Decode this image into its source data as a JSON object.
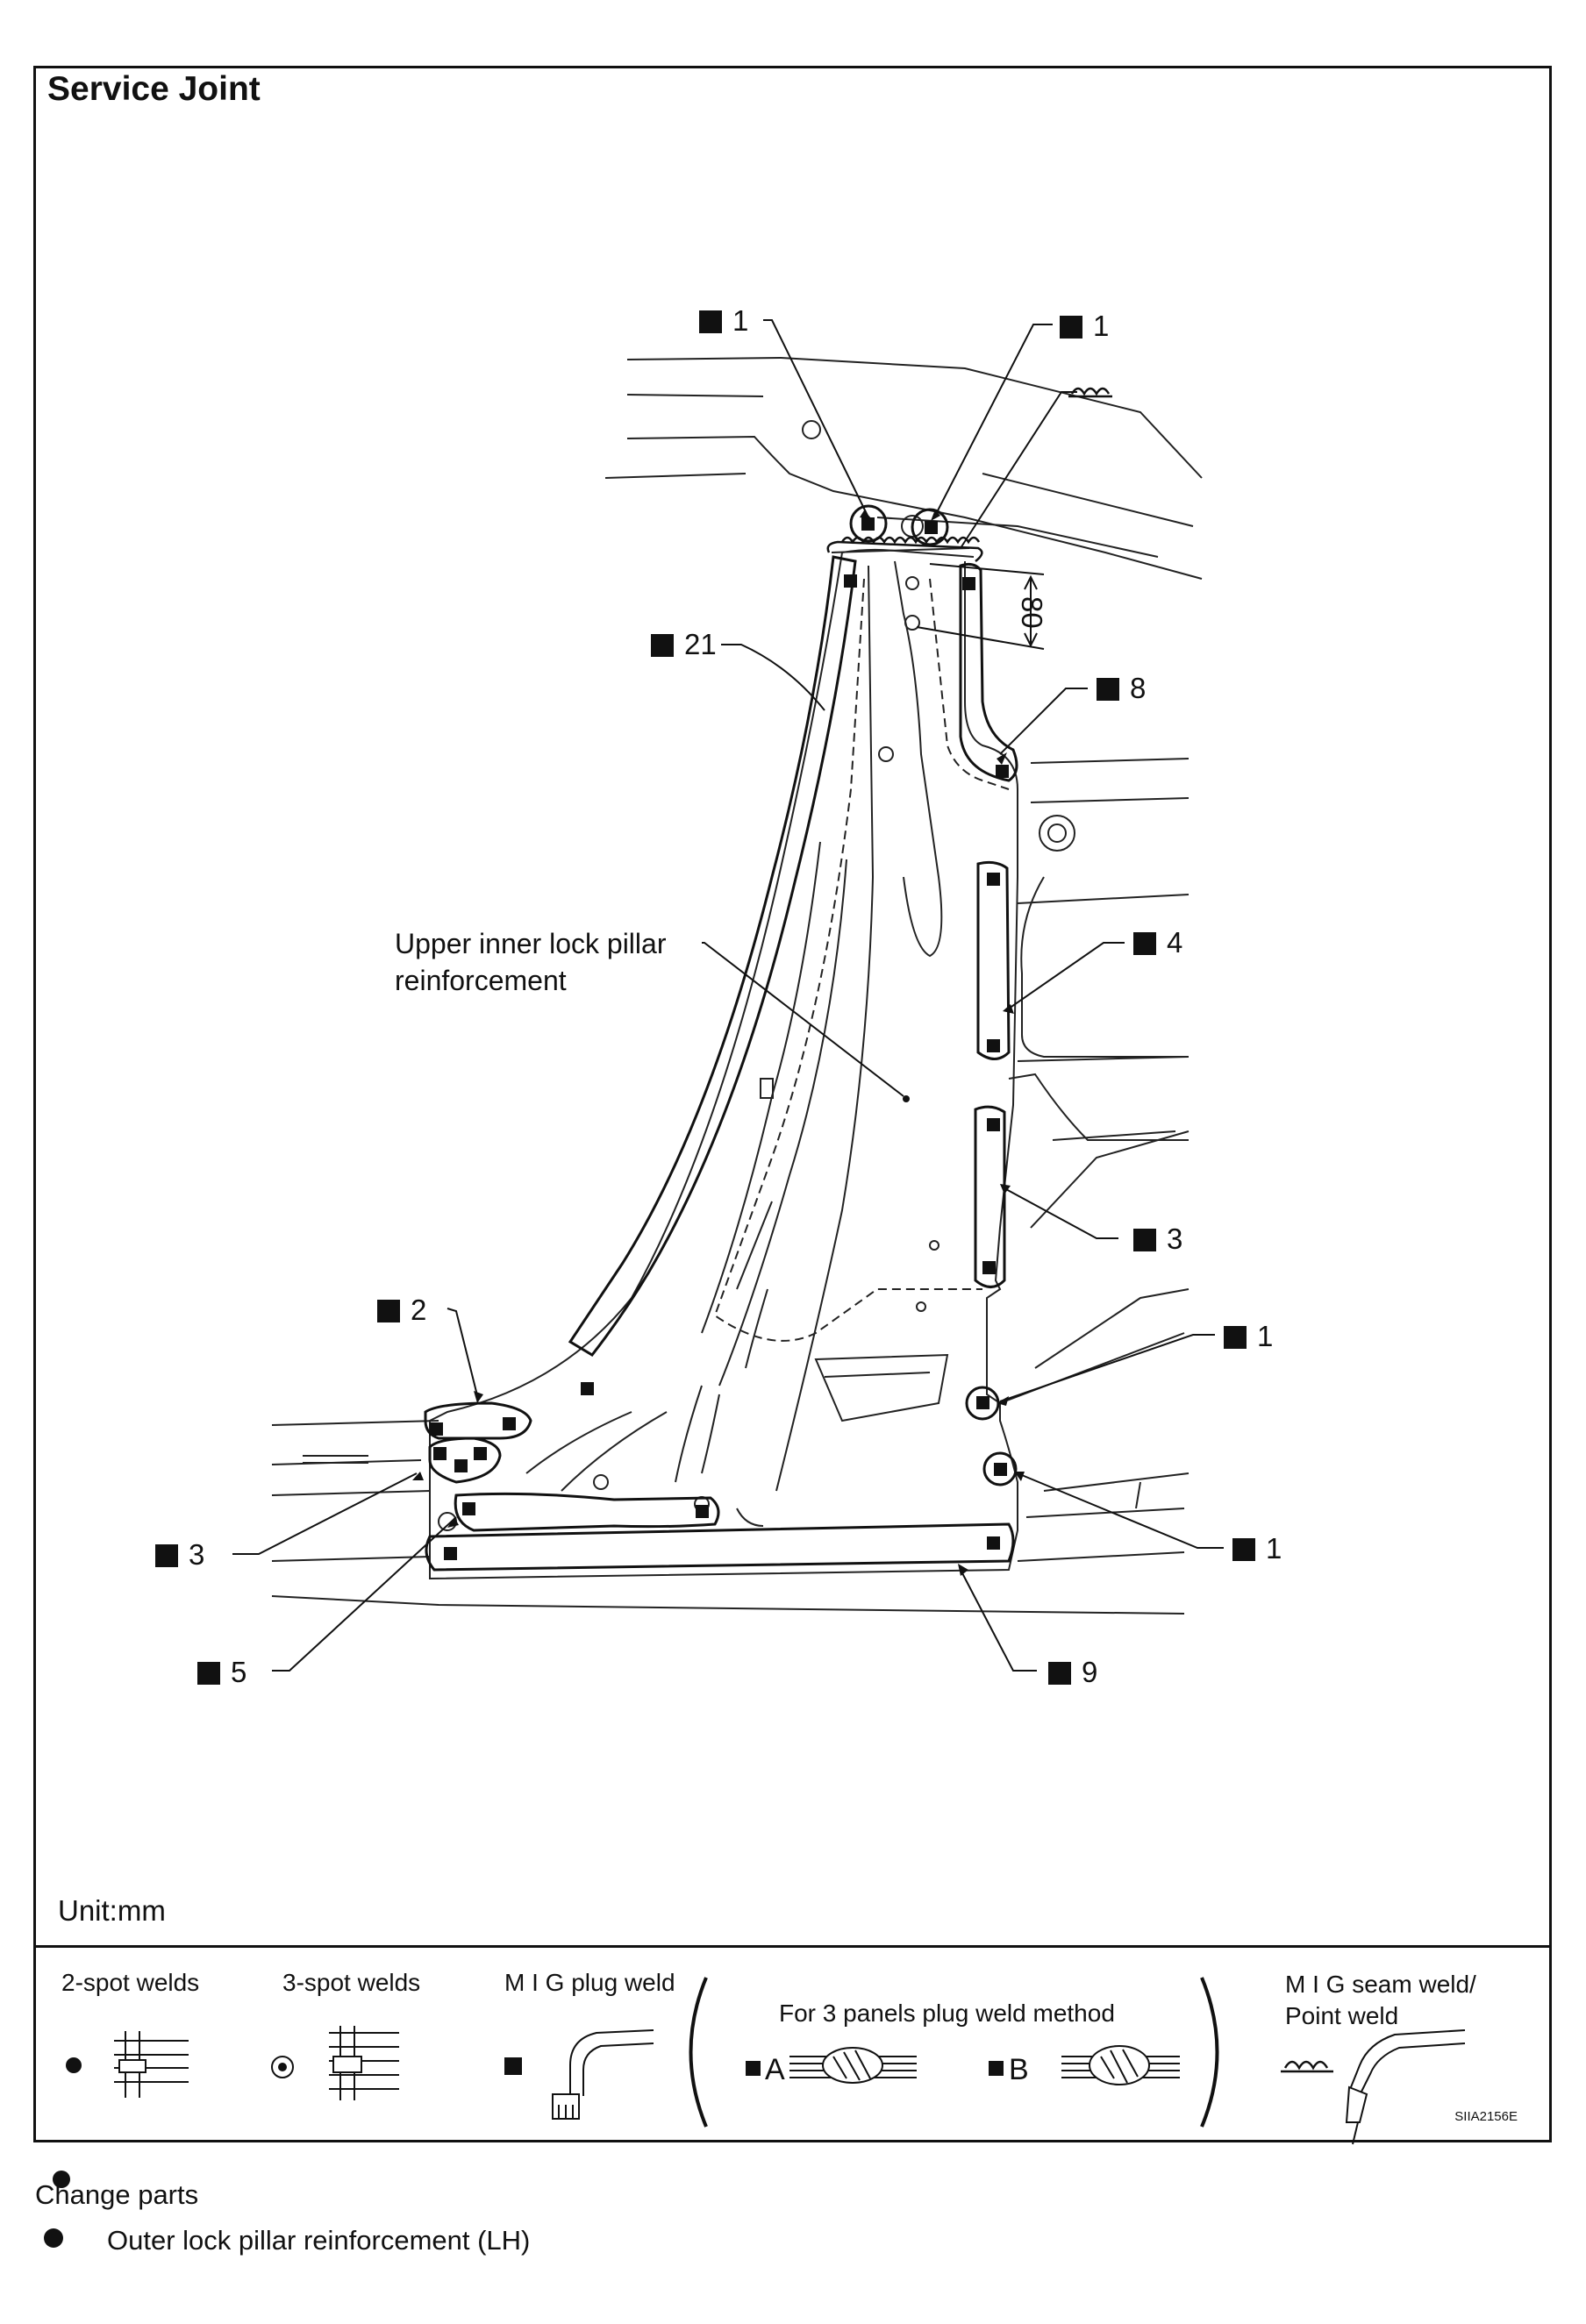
{
  "figure": {
    "title": "Service Joint",
    "unit_label": "Unit:mm",
    "dimension_label": "80",
    "part_label": "Upper inner lock pillar\nreinforcement",
    "part_label_line1": "Upper inner lock pillar",
    "part_label_line2": "reinforcement",
    "callouts": [
      {
        "symbol": "mig-plug-weld",
        "count": "1"
      },
      {
        "symbol": "mig-plug-weld",
        "count": "1"
      },
      {
        "symbol": "mig-seam-weld",
        "count": ""
      },
      {
        "symbol": "mig-plug-weld",
        "count": "21"
      },
      {
        "symbol": "mig-plug-weld",
        "count": "8"
      },
      {
        "symbol": "mig-plug-weld",
        "count": "4"
      },
      {
        "symbol": "mig-plug-weld",
        "count": "3"
      },
      {
        "symbol": "mig-plug-weld",
        "count": "2"
      },
      {
        "symbol": "mig-plug-weld",
        "count": "1"
      },
      {
        "symbol": "mig-plug-weld",
        "count": "3"
      },
      {
        "symbol": "mig-plug-weld",
        "count": "1"
      },
      {
        "symbol": "mig-plug-weld",
        "count": "5"
      },
      {
        "symbol": "mig-plug-weld",
        "count": "9"
      }
    ],
    "drawing_code": "SIIA2156E"
  },
  "legend": {
    "two_spot": "2-spot welds",
    "three_spot": "3-spot welds",
    "mig_plug": "M I G plug weld",
    "three_panels": "For 3 panels plug weld method",
    "method_a": "A",
    "method_b": "B",
    "mig_seam_line1": "M I G seam weld/",
    "mig_seam_line2": "Point weld"
  },
  "change_parts": {
    "heading": "Change parts",
    "items": [
      "Outer lock pillar reinforcement (LH)"
    ]
  },
  "colors": {
    "ink": "#111111",
    "background": "#ffffff"
  }
}
